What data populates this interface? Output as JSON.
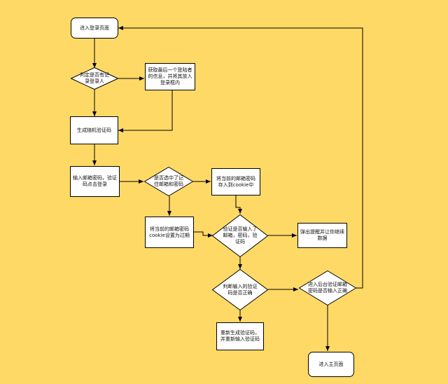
{
  "flowchart": {
    "colors": {
      "background": "#FFD966",
      "node_fill": "#FFFFFF",
      "stroke": "#000000"
    },
    "nodes": {
      "login_page": "进入登录页面",
      "check_last_user": "判定是否有记录登录人",
      "fill_last_user": "获取最后一个登陆者的信息，并将其放入登录框内",
      "gen_captcha": "生成随机验证码",
      "input_credentials": "输入邮箱密码，验证码点击登录",
      "remember_choice": "是否选中了记住邮箱和密码",
      "save_cookie": "将当前的邮箱密码存入到cookie中",
      "expire_cookie": "将当前的邮箱密码cookie设置为过期",
      "validate_inputs": "验证是否输入了邮箱，密码，验证码",
      "popup_reminder": "弹出提醒并让你继续数据",
      "check_captcha": "判断输入的验证码是否正确",
      "regen_captcha": "重新生成验证码，并重新输入验证码",
      "backend_verify": "进入后台验证邮箱密码是否输入正确",
      "main_page": "进入主页面"
    }
  }
}
